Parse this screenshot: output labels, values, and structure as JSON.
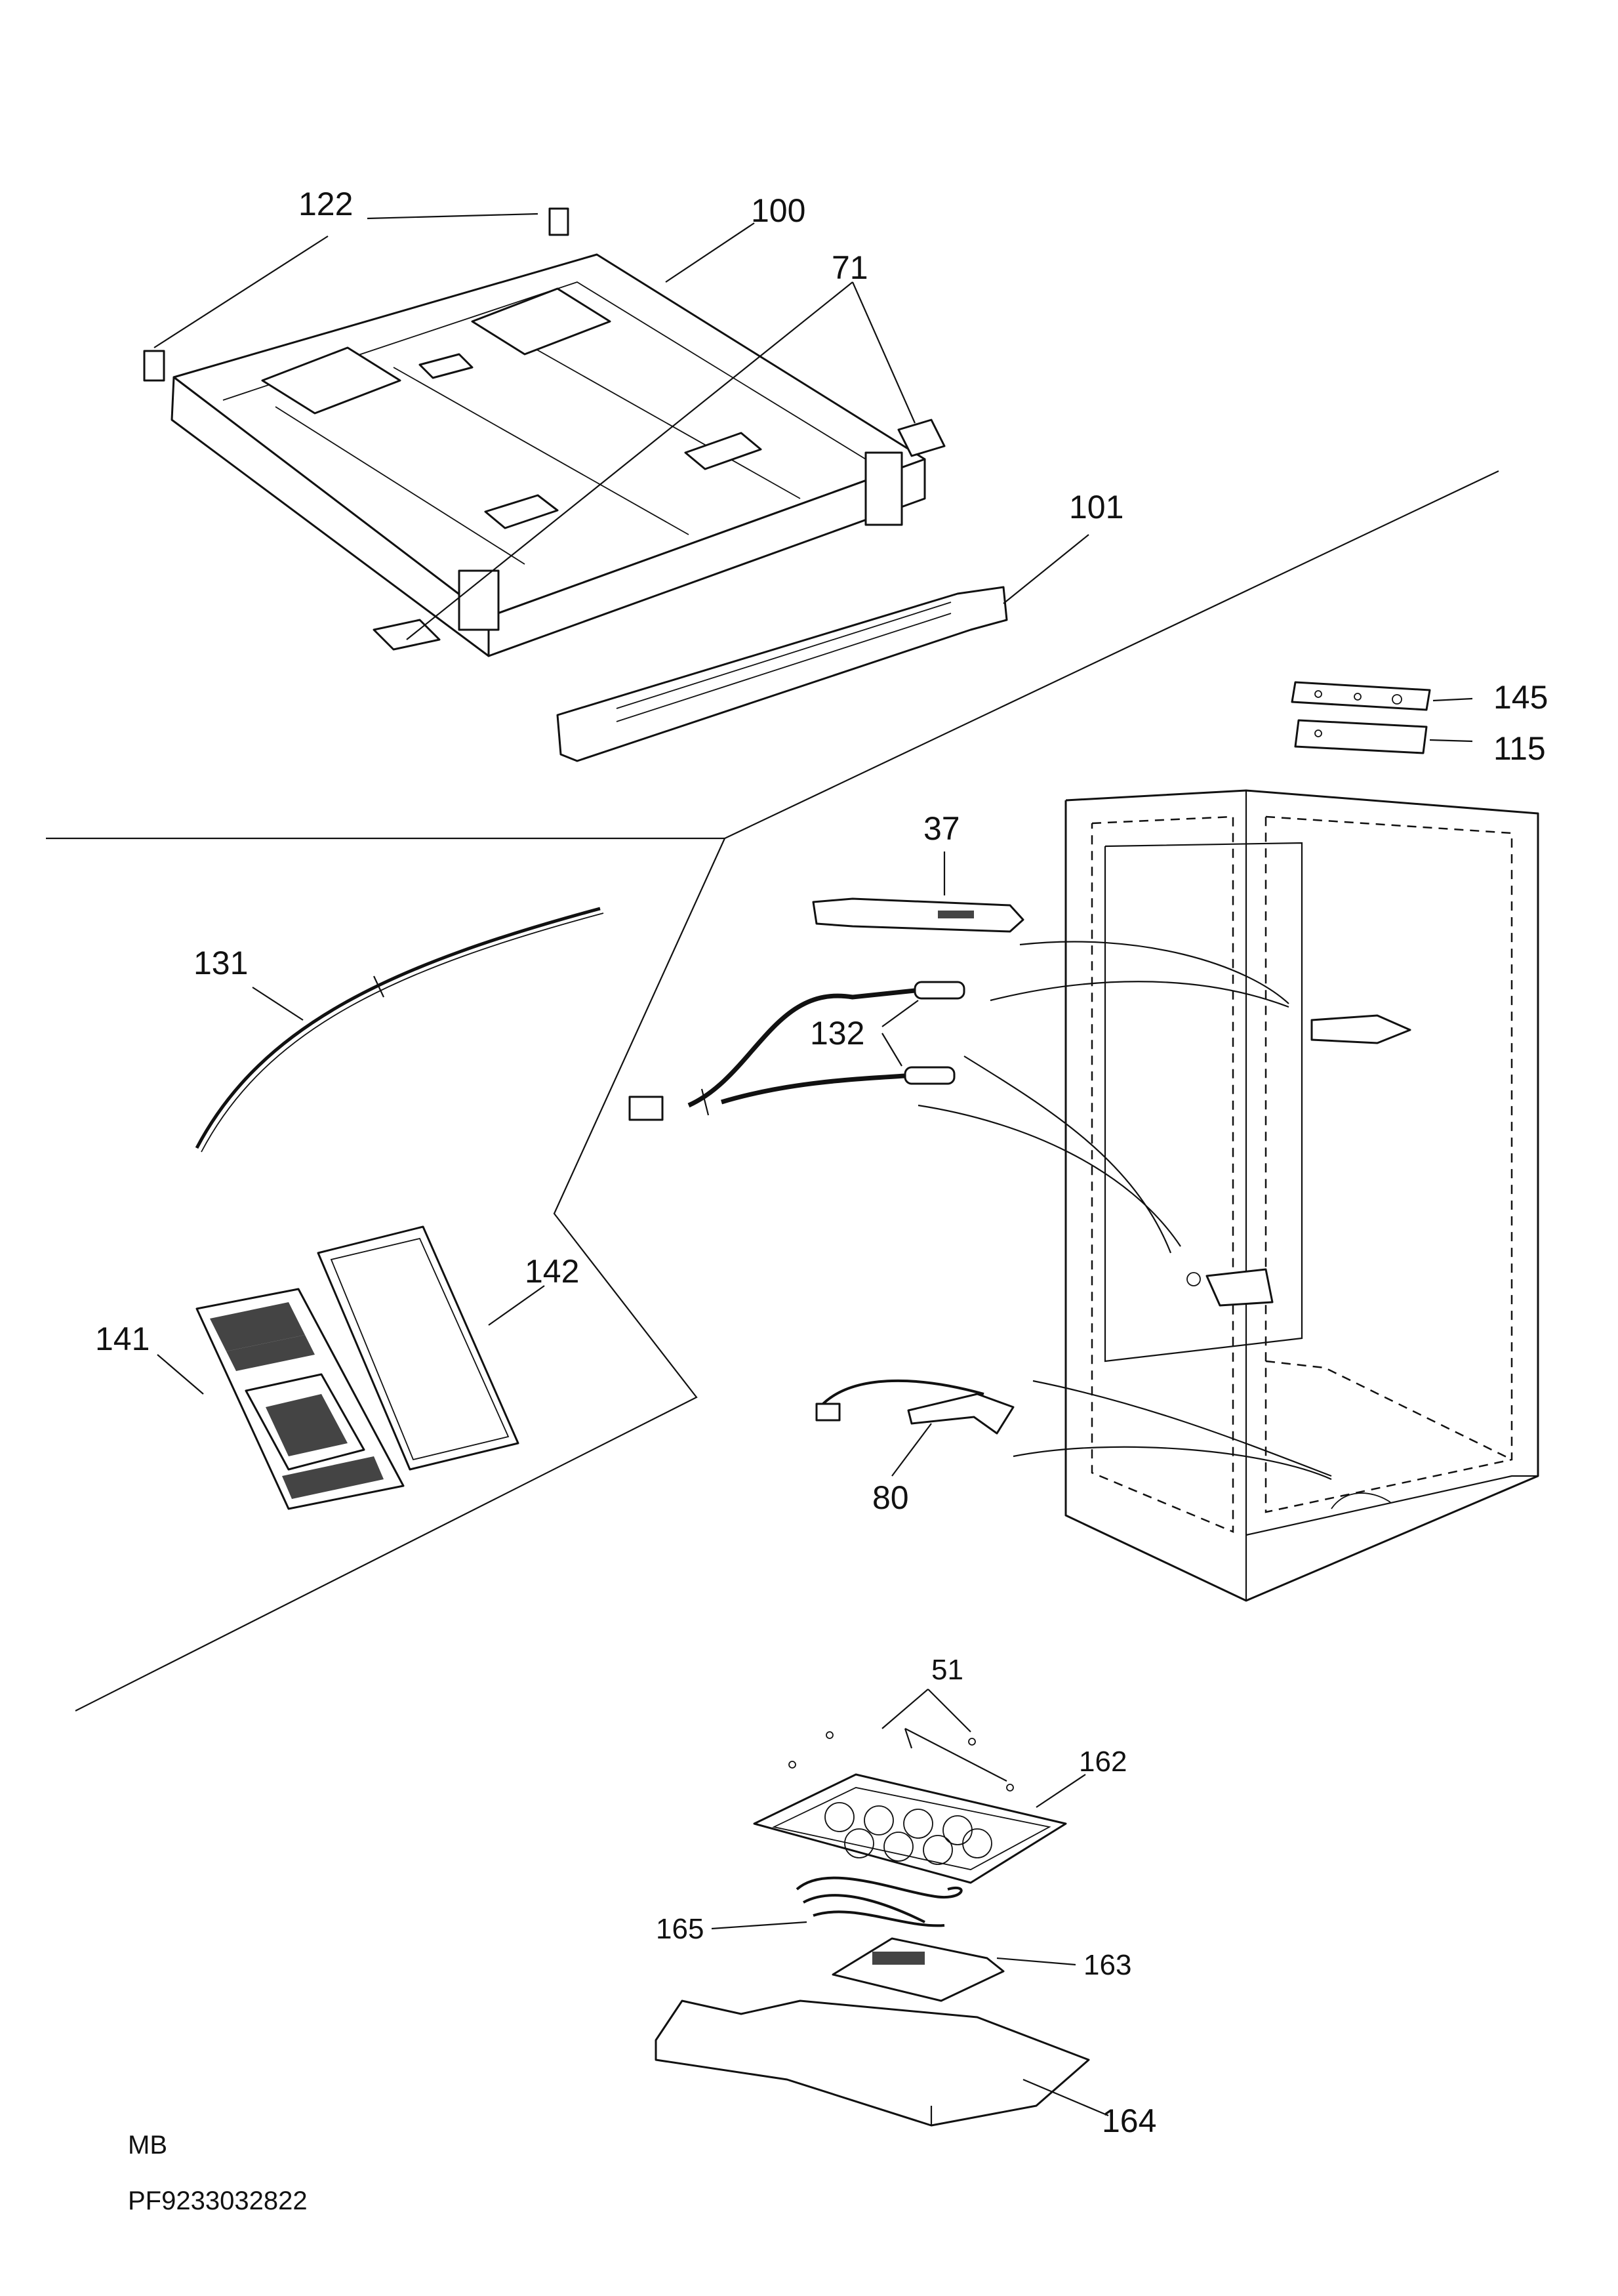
{
  "diagram": {
    "callouts": {
      "c122": "122",
      "c100": "100",
      "c71": "71",
      "c101": "101",
      "c145": "145",
      "c115": "115",
      "c37": "37",
      "c131": "131",
      "c132": "132",
      "c142": "142",
      "c141": "141",
      "c80": "80",
      "c51": "51",
      "c162": "162",
      "c165": "165",
      "c163": "163",
      "c164": "164"
    },
    "footer": {
      "model_code": "MB",
      "part_number": "PF9233032822"
    }
  }
}
